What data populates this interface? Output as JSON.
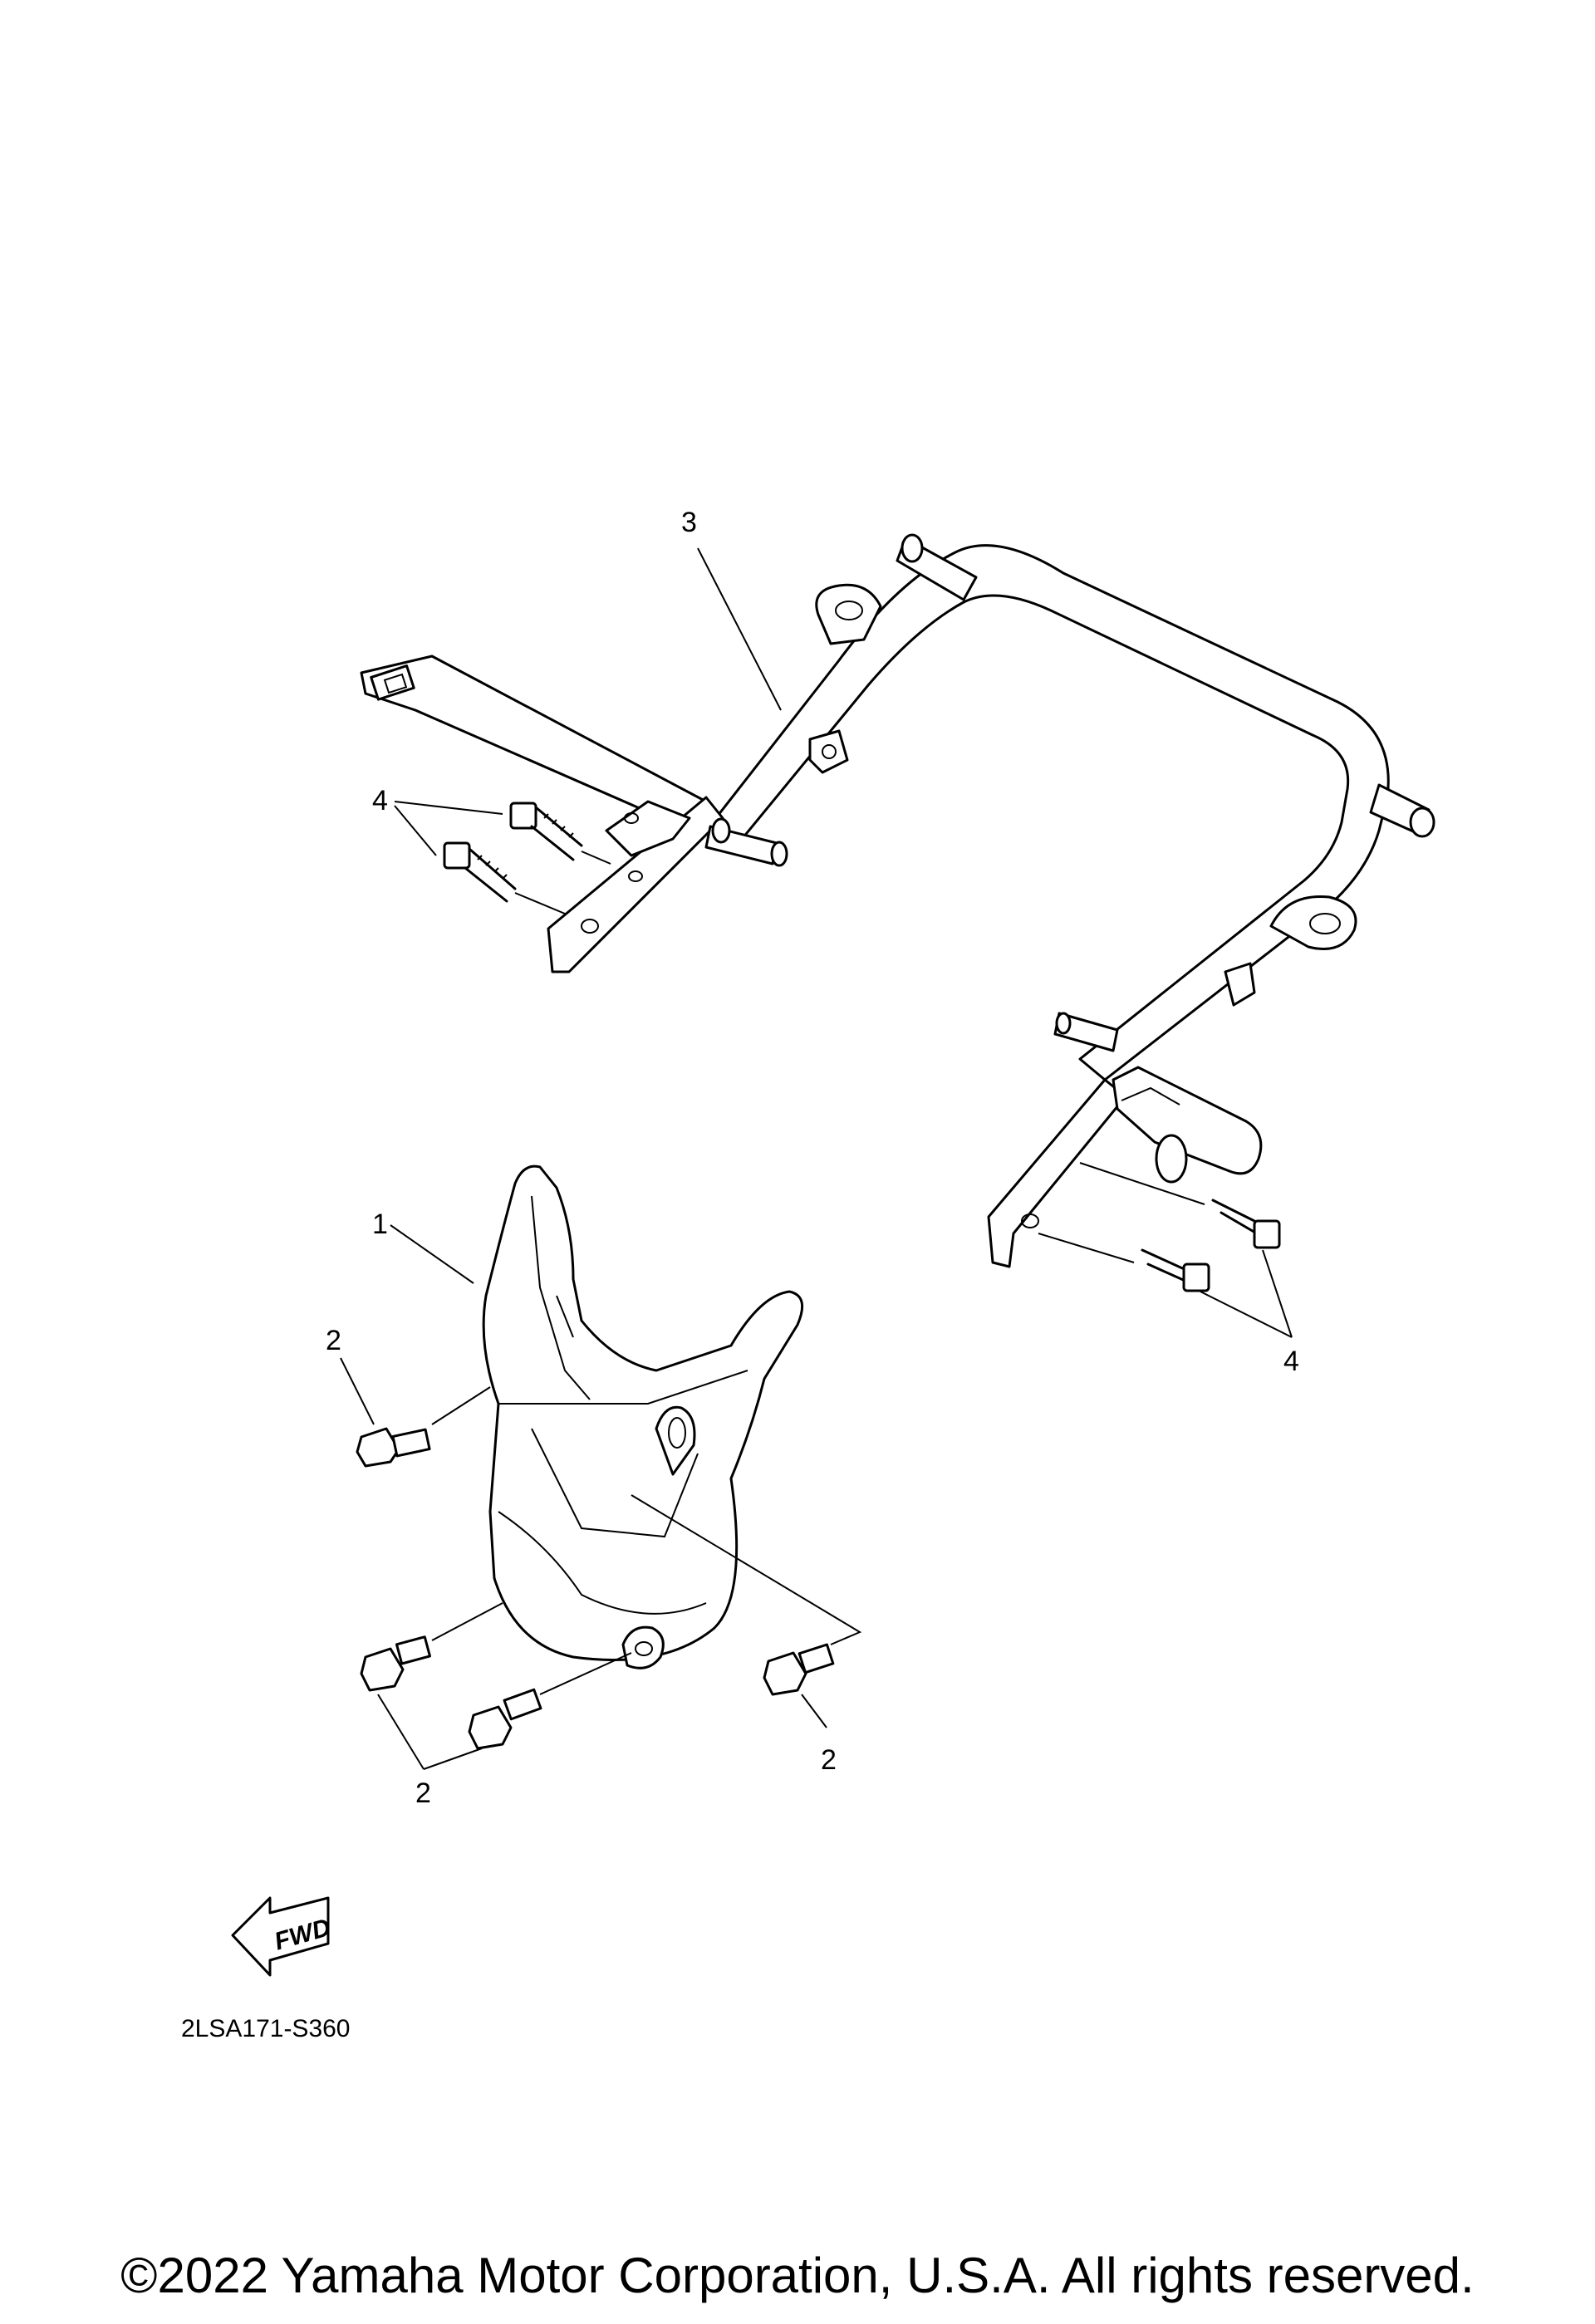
{
  "callouts": {
    "frame": "3",
    "frame_bolts_left": "4",
    "frame_bolts_right": "4",
    "cover": "1",
    "cover_bolt_left": "2",
    "cover_bolt_right": "2",
    "cover_bolts_bottom": "2"
  },
  "fwd_label": "FWD",
  "diagram_code": "2LSA171-S360",
  "copyright": "©2022 Yamaha Motor Corporation, U.S.A. All rights reserved.",
  "icons": [
    "fwd-arrow-icon"
  ]
}
